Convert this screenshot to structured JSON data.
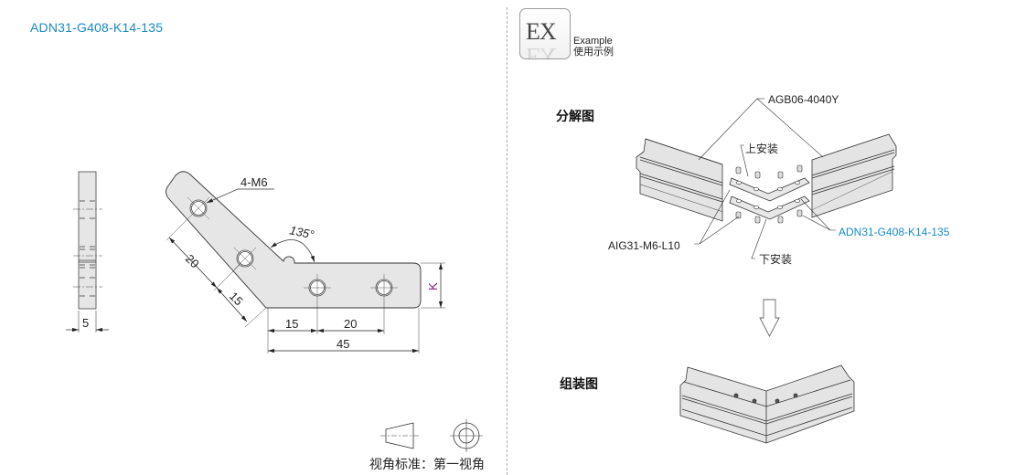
{
  "part_number": "ADN31-G408-K14-135",
  "drawing": {
    "hole_callout": "4-M6",
    "angle": "135°",
    "thickness": "5",
    "dim_diag_20": "20",
    "dim_diag_15": "15",
    "dim_horiz_15": "15",
    "dim_horiz_20": "20",
    "dim_overall": "45",
    "dim_height": "K"
  },
  "projection": {
    "label": "视角标准：第一视角"
  },
  "example": {
    "badge": "EX",
    "label_en": "Example",
    "label_cn": "使用示例"
  },
  "exploded": {
    "title": "分解图",
    "callouts": {
      "profile": "AGB06-4040Y",
      "upper_mount": "上安装",
      "lower_mount": "下安装",
      "screw": "AIG31-M6-L10",
      "bracket": "ADN31-G408-K14-135"
    }
  },
  "assembled": {
    "title": "组装图"
  },
  "colors": {
    "accent": "#1a8ac8",
    "dim_k": "#8b1a6e",
    "part_fill": "#e6e6e6"
  }
}
